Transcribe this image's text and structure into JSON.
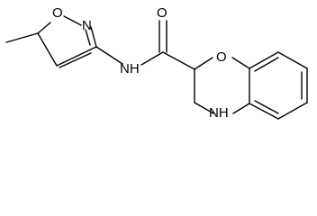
{
  "atoms": {
    "isoxazole_oxygen": "O",
    "isoxazole_nitrogen": "N",
    "carbonyl_oxygen": "O",
    "amide_nitrogen": "NH",
    "ring_oxygen": "O",
    "amine_nitrogen": "NH"
  },
  "colors": {
    "bond": "#000000",
    "label": "#000000",
    "background": "#ffffff"
  }
}
